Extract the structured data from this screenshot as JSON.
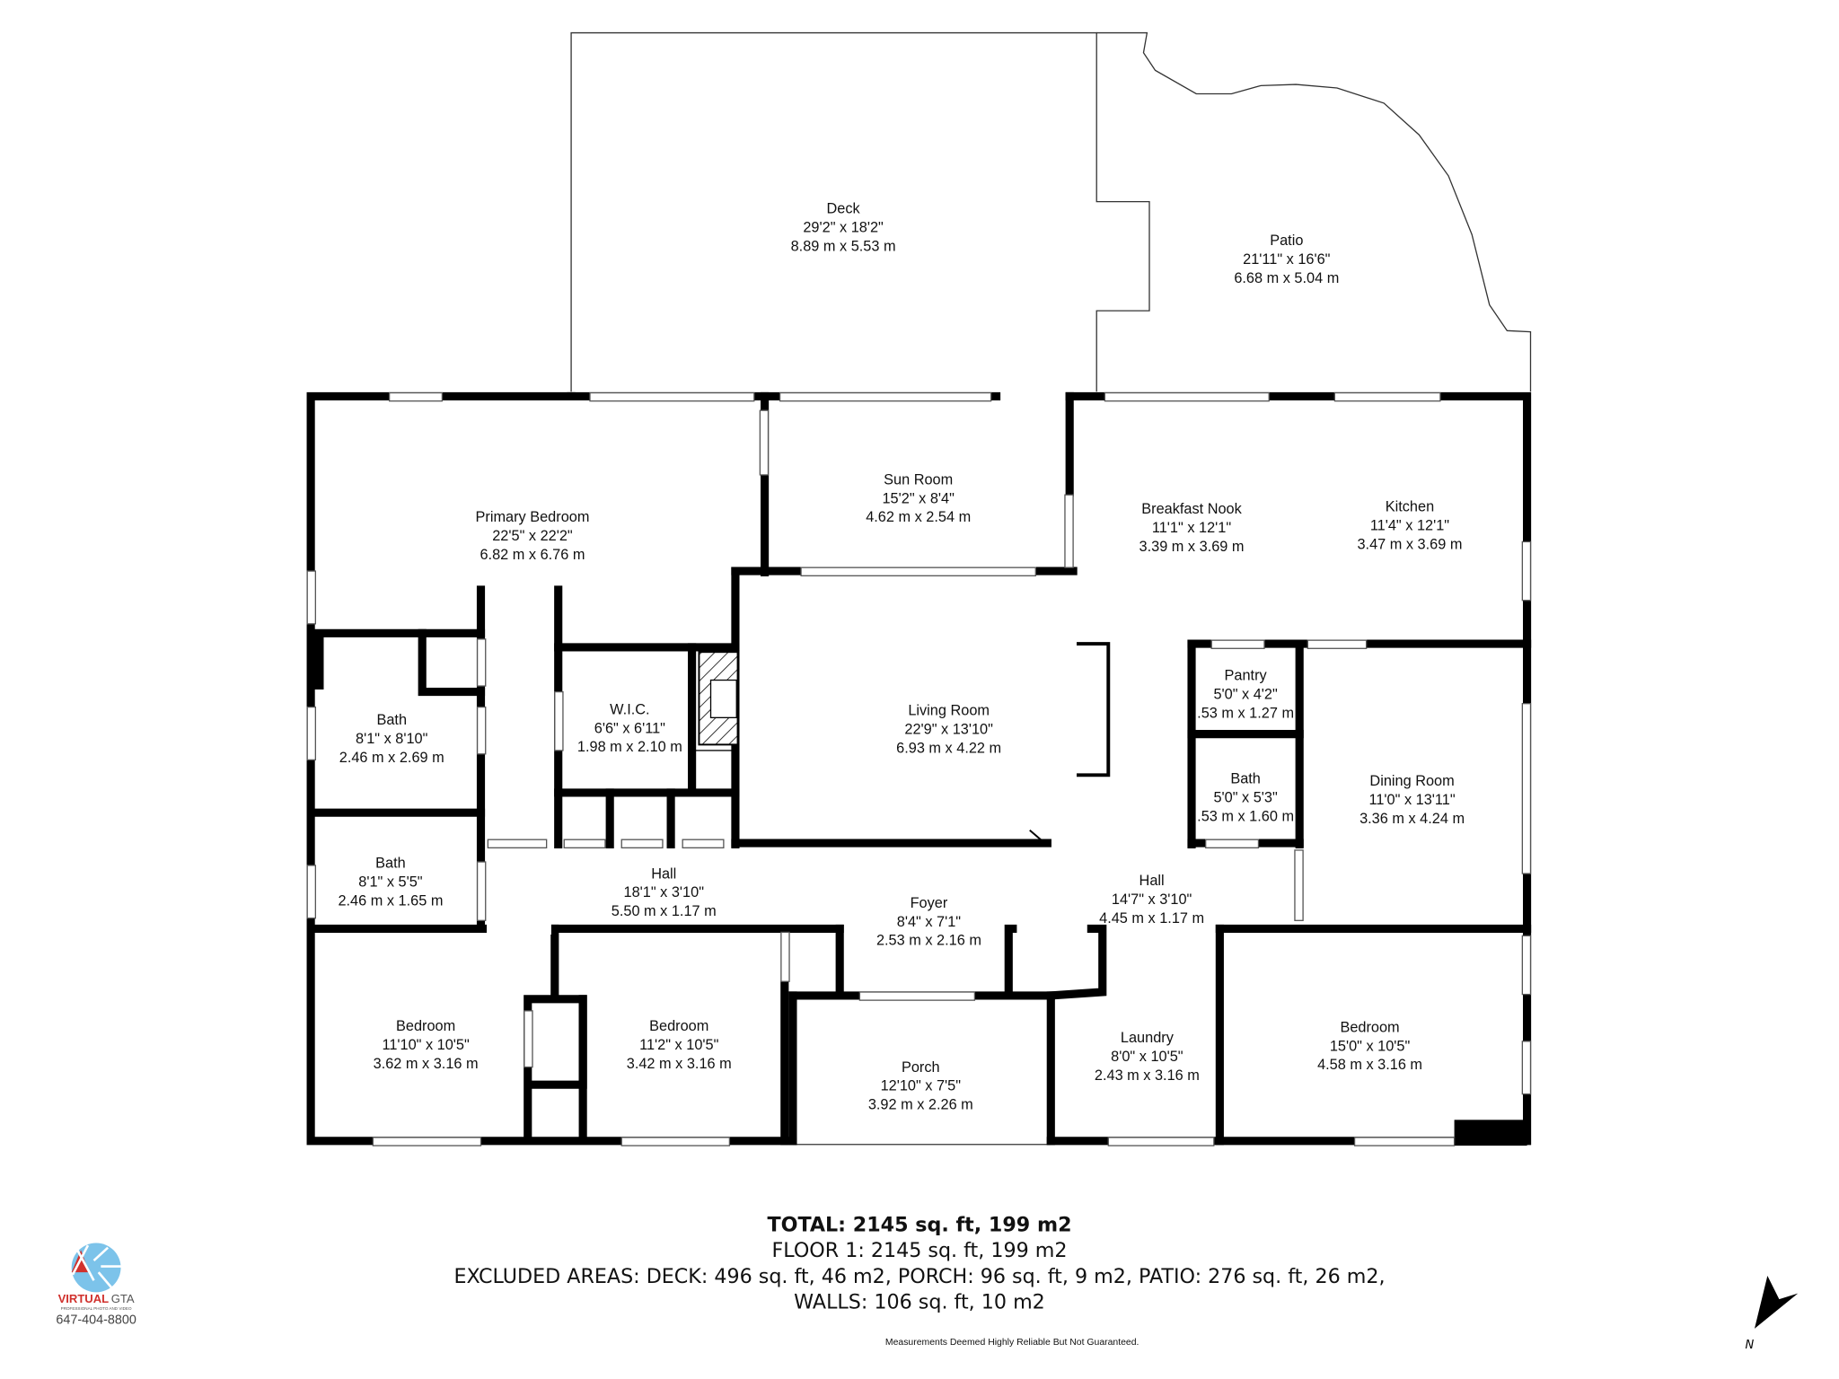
{
  "rooms": {
    "deck": {
      "name": "Deck",
      "imperial": "29'2\" x 18'2\"",
      "metric": "8.89 m x 5.53 m"
    },
    "patio": {
      "name": "Patio",
      "imperial": "21'11\" x 16'6\"",
      "metric": "6.68 m x 5.04 m"
    },
    "primary_bedroom": {
      "name": "Primary Bedroom",
      "imperial": "22'5\" x 22'2\"",
      "metric": "6.82 m x 6.76 m"
    },
    "sun_room": {
      "name": "Sun Room",
      "imperial": "15'2\" x 8'4\"",
      "metric": "4.62 m x 2.54 m"
    },
    "breakfast_nook": {
      "name": "Breakfast Nook",
      "imperial": "11'1\" x 12'1\"",
      "metric": "3.39 m x 3.69 m"
    },
    "kitchen": {
      "name": "Kitchen",
      "imperial": "11'4\" x 12'1\"",
      "metric": "3.47 m x 3.69 m"
    },
    "bath1": {
      "name": "Bath",
      "imperial": "8'1\" x 8'10\"",
      "metric": "2.46 m x 2.69 m"
    },
    "wic": {
      "name": "W.I.C.",
      "imperial": "6'6\" x 6'11\"",
      "metric": "1.98 m x 2.10 m"
    },
    "living_room": {
      "name": "Living Room",
      "imperial": "22'9\" x 13'10\"",
      "metric": "6.93 m x 4.22 m"
    },
    "pantry": {
      "name": "Pantry",
      "imperial": "5'0\" x 4'2\"",
      "metric": ".53 m x 1.27 m"
    },
    "bath3": {
      "name": "Bath",
      "imperial": "5'0\" x 5'3\"",
      "metric": ".53 m x 1.60 m"
    },
    "dining_room": {
      "name": "Dining Room",
      "imperial": "11'0\" x 13'11\"",
      "metric": "3.36 m x 4.24 m"
    },
    "bath2": {
      "name": "Bath",
      "imperial": "8'1\" x 5'5\"",
      "metric": "2.46 m x 1.65 m"
    },
    "hall1": {
      "name": "Hall",
      "imperial": "18'1\" x 3'10\"",
      "metric": "5.50 m x 1.17 m"
    },
    "foyer": {
      "name": "Foyer",
      "imperial": "8'4\" x 7'1\"",
      "metric": "2.53 m x 2.16 m"
    },
    "hall2": {
      "name": "Hall",
      "imperial": "14'7\" x 3'10\"",
      "metric": "4.45 m x 1.17 m"
    },
    "bedroom1": {
      "name": "Bedroom",
      "imperial": "11'10\" x 10'5\"",
      "metric": "3.62 m x 3.16 m"
    },
    "bedroom2": {
      "name": "Bedroom",
      "imperial": "11'2\" x 10'5\"",
      "metric": "3.42 m x 3.16 m"
    },
    "porch": {
      "name": "Porch",
      "imperial": "12'10\" x 7'5\"",
      "metric": "3.92 m x 2.26 m"
    },
    "laundry": {
      "name": "Laundry",
      "imperial": "8'0\" x 10'5\"",
      "metric": "2.43 m x 3.16 m"
    },
    "bedroom3": {
      "name": "Bedroom",
      "imperial": "15'0\" x 10'5\"",
      "metric": "4.58 m x 3.16 m"
    }
  },
  "summary": {
    "total": "TOTAL: 2145 sq. ft, 199 m2",
    "floor1": "FLOOR 1: 2145 sq. ft, 199 m2",
    "excluded": "EXCLUDED AREAS: DECK: 496 sq. ft, 46 m2, PORCH: 96 sq. ft, 9 m2, PATIO: 276 sq. ft, 26 m2,",
    "walls": "WALLS: 106 sq. ft, 10 m2"
  },
  "disclaimer": "Measurements Deemed Highly Reliable But Not Guaranteed.",
  "logo": {
    "brand_red": "VIRTUAL",
    "brand_rest": "GTA",
    "tagline": "PROFESSIONAL PHOTO AND VIDEO",
    "phone": "647-404-8800",
    "colors": {
      "red": "#d0312d",
      "blue": "#7cc3ea"
    }
  },
  "compass": {
    "label": "N",
    "icon": "north-arrow-icon"
  }
}
